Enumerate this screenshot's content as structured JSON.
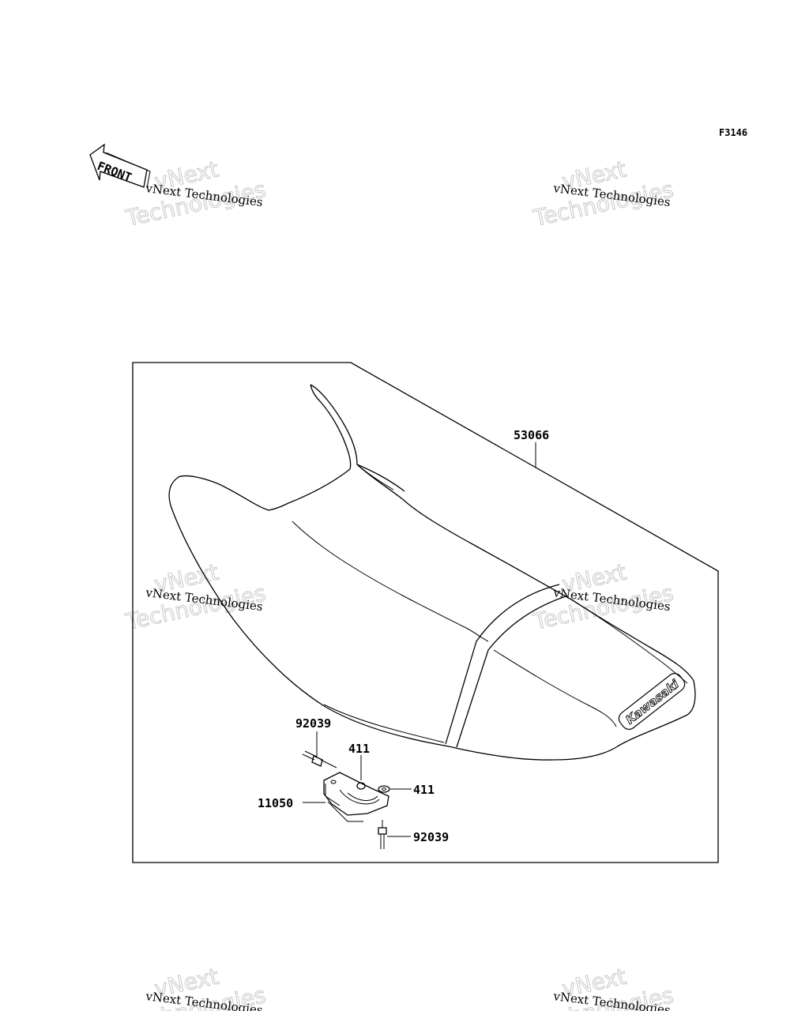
{
  "figure_code": "F3146",
  "front_label": "FRONT",
  "brand_logo": "Kawasaki",
  "watermark": {
    "line1": "vNext Technologies",
    "outline_word1": "vNext",
    "outline_word2": "Technologies"
  },
  "callouts": {
    "seat": "53066",
    "bolt_upper": "92039",
    "collar_upper": "411",
    "collar_right": "411",
    "bracket": "11050",
    "bolt_lower": "92039"
  }
}
